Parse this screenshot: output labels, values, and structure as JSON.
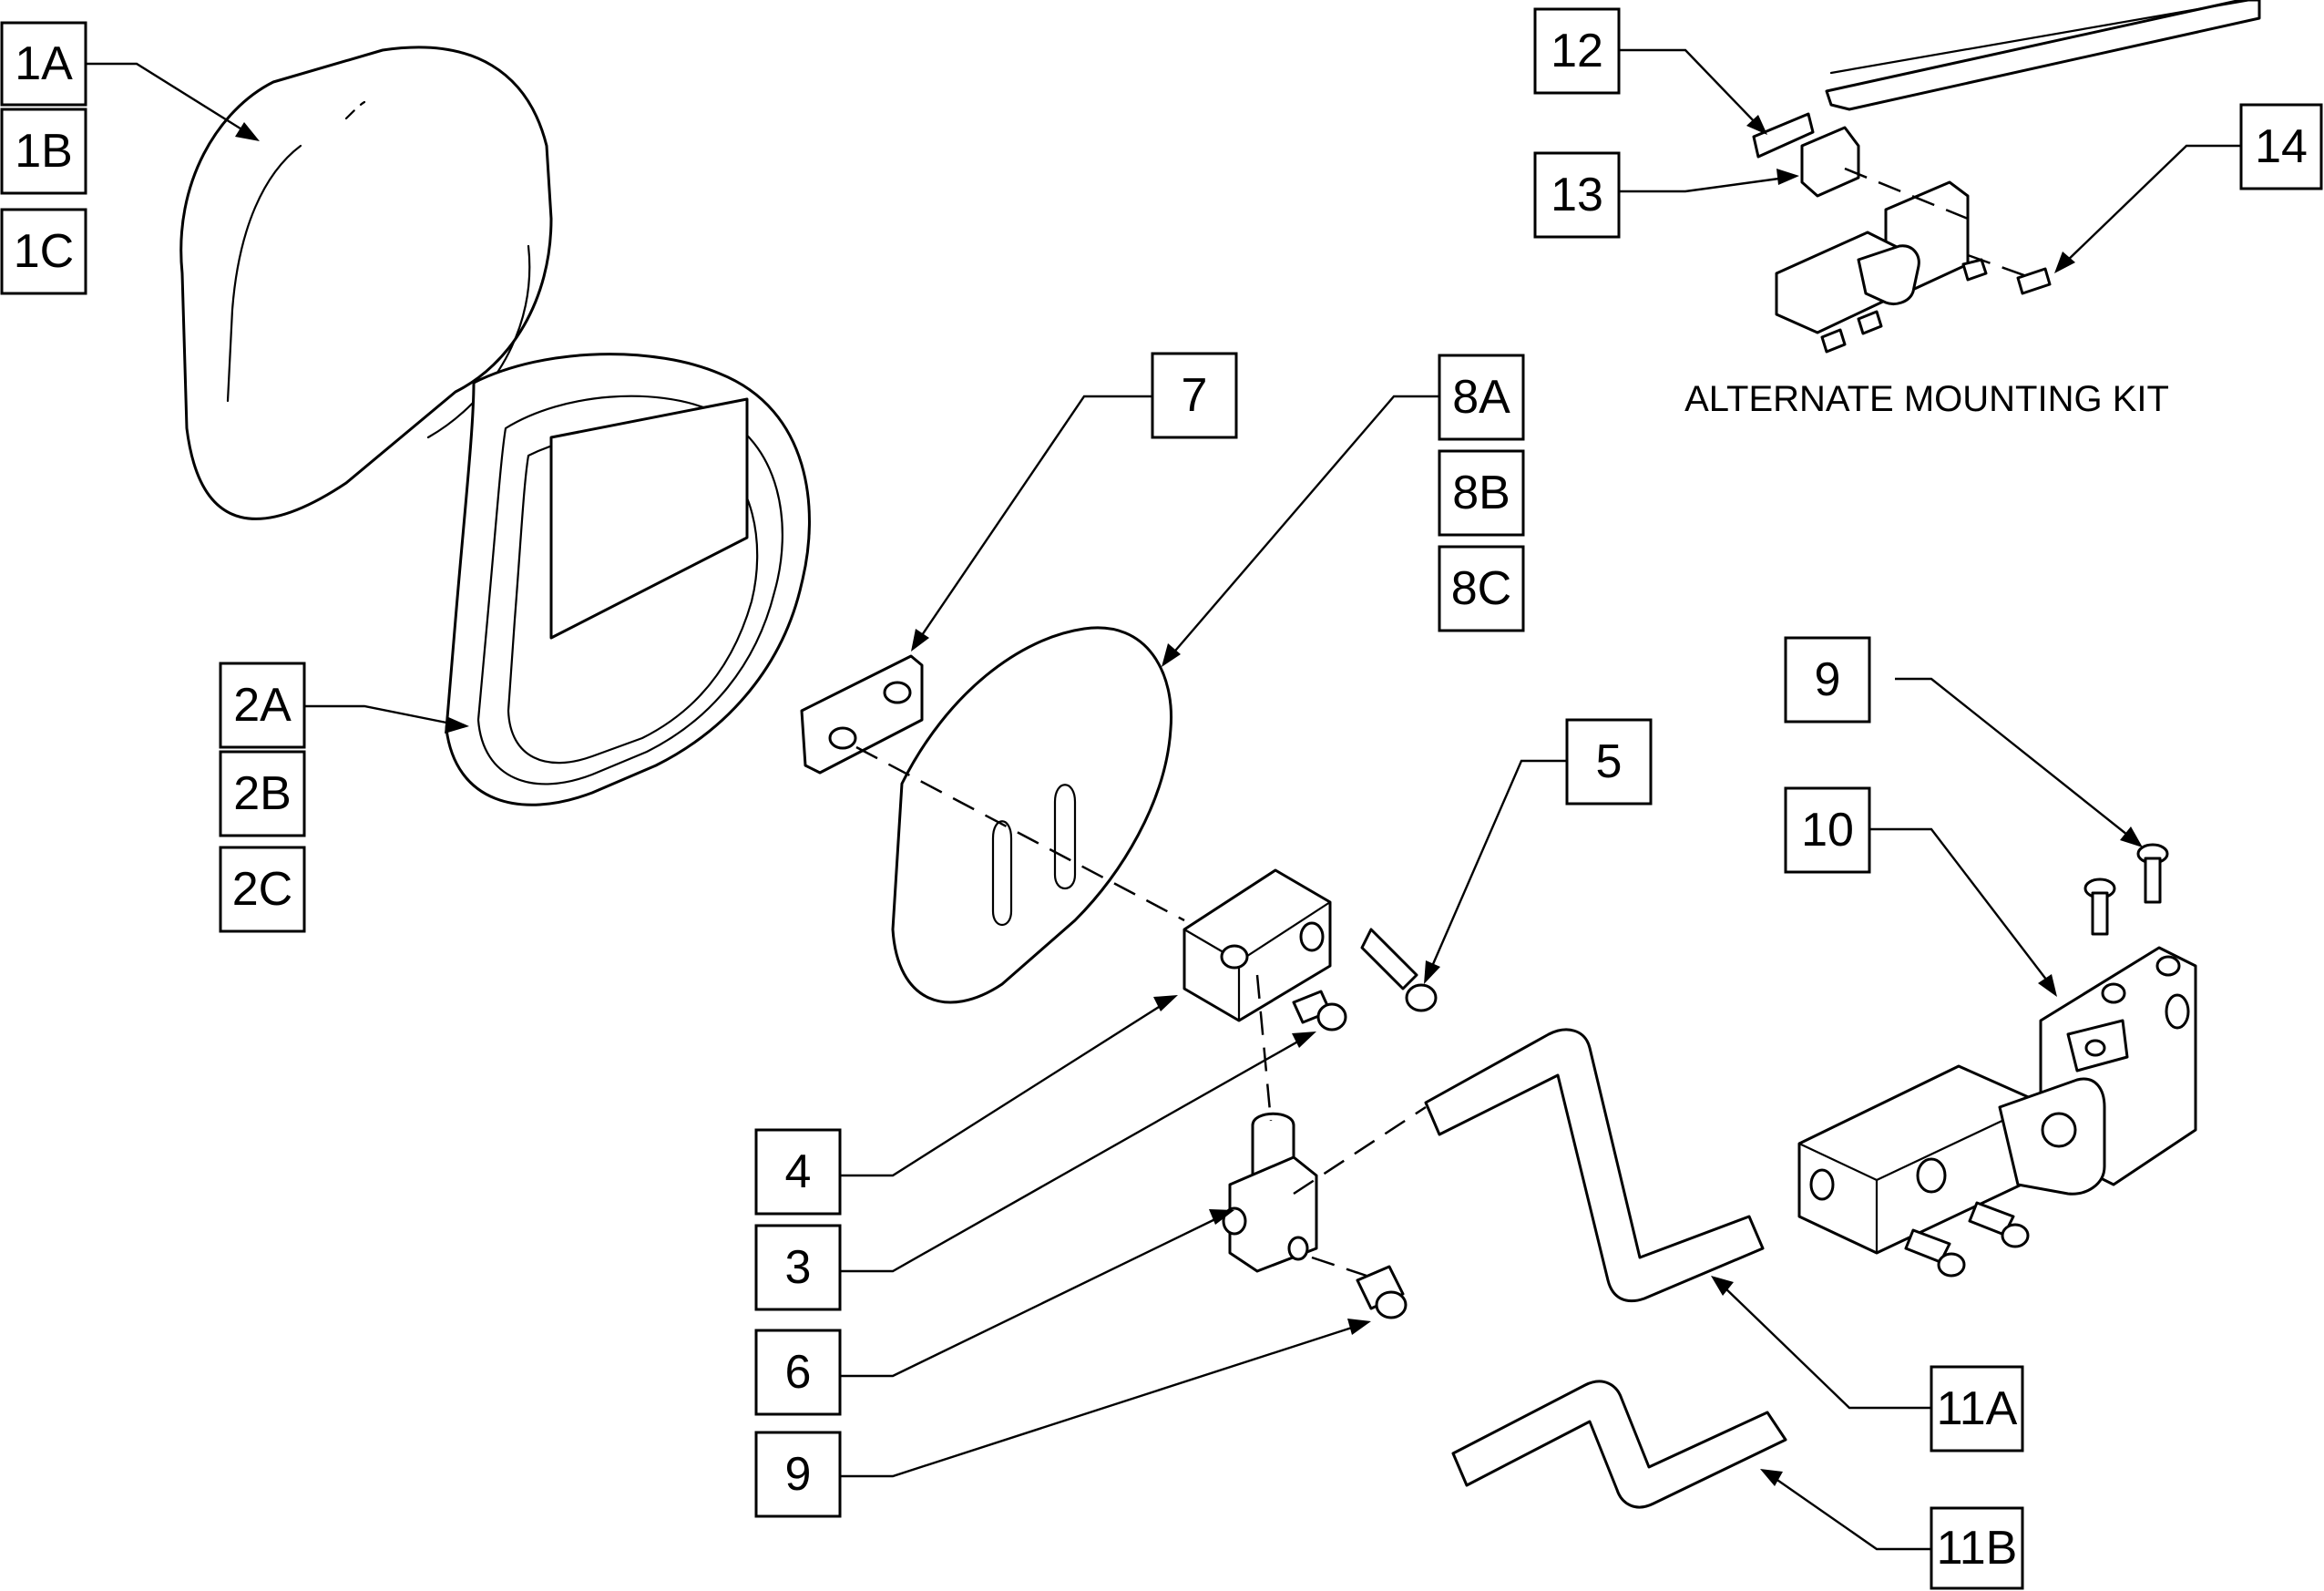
{
  "labels": {
    "l1a": "1A",
    "l1b": "1B",
    "l1c": "1C",
    "l2a": "2A",
    "l2b": "2B",
    "l2c": "2C",
    "l3": "3",
    "l4": "4",
    "l5": "5",
    "l6": "6",
    "l7": "7",
    "l8a": "8A",
    "l8b": "8B",
    "l8c": "8C",
    "l9a": "9",
    "l9b": "9",
    "l10": "10",
    "l11a": "11A",
    "l11b": "11B",
    "l12": "12",
    "l13": "13",
    "l14": "14"
  },
  "caption": "ALTERNATE MOUNTING KIT"
}
